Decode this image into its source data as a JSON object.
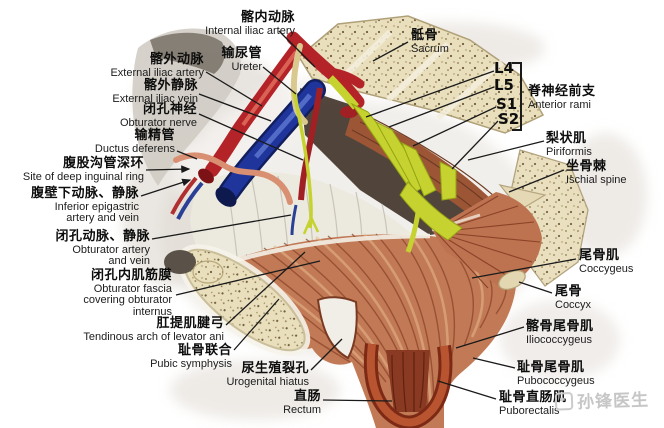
{
  "labels": {
    "internal_iliac_artery": {
      "zh": "髂内动脉",
      "en": "Internal iliac artery"
    },
    "ureter": {
      "zh": "输尿管",
      "en": "Ureter"
    },
    "external_iliac_artery": {
      "zh": "髂外动脉",
      "en": "External iliac artery"
    },
    "external_iliac_vein": {
      "zh": "髂外静脉",
      "en": "External iliac vein"
    },
    "obturator_nerve": {
      "zh": "闭孔神经",
      "en": "Obturator nerve"
    },
    "ductus_deferens": {
      "zh": "输精管",
      "en": "Ductus deferens"
    },
    "deep_inguinal_ring": {
      "zh": "腹股沟管深环",
      "en": "Site of deep inguinal ring"
    },
    "inferior_epigastric": {
      "zh": "腹壁下动脉、静脉",
      "en": "Inferior epigastric artery and vein"
    },
    "obturator_artery_vein": {
      "zh": "闭孔动脉、静脉",
      "en": "Obturator artery and vein"
    },
    "obturator_fascia": {
      "zh": "闭孔内肌筋膜",
      "en": "Obturator fascia covering obturator internus"
    },
    "tendinous_arch": {
      "zh": "肛提肌腱弓",
      "en": "Tendinous arch of levator ani"
    },
    "pubic_symphysis": {
      "zh": "耻骨联合",
      "en": "Pubic symphysis"
    },
    "urogenital_hiatus": {
      "zh": "尿生殖裂孔",
      "en": "Urogenital hiatus"
    },
    "rectum": {
      "zh": "直肠",
      "en": "Rectum"
    },
    "sacrum": {
      "zh": "骶骨",
      "en": "Sacrum"
    },
    "piriformis": {
      "zh": "梨状肌",
      "en": "Piriformis"
    },
    "ischial_spine": {
      "zh": "坐骨棘",
      "en": "Ischial spine"
    },
    "coccygeus": {
      "zh": "尾骨肌",
      "en": "Coccygeus"
    },
    "coccyx": {
      "zh": "尾骨",
      "en": "Coccyx"
    },
    "iliococcygeus": {
      "zh": "髂骨尾骨肌",
      "en": "Iliococcygeus"
    },
    "pubococcygeus": {
      "zh": "耻骨尾骨肌",
      "en": "Pubococcygeus"
    },
    "puborectalis": {
      "zh": "耻骨直肠肌",
      "en": "Puborectalis"
    }
  },
  "spine_group": {
    "levels": [
      "L4",
      "L5",
      "S1",
      "S2"
    ],
    "zh": "脊神经前支",
    "en": "Anterior rami"
  },
  "watermark": {
    "text": "孙锋医生"
  },
  "colors": {
    "artery": "#b42328",
    "vein": "#20359b",
    "nerve": "#c6d22f",
    "bone": "#e9dfbd",
    "muscle": "#c17a55",
    "fascia": "#eceade",
    "label_text": "#0d0d0d",
    "watermark": "#c6c6c6",
    "background": "#ffffff"
  }
}
